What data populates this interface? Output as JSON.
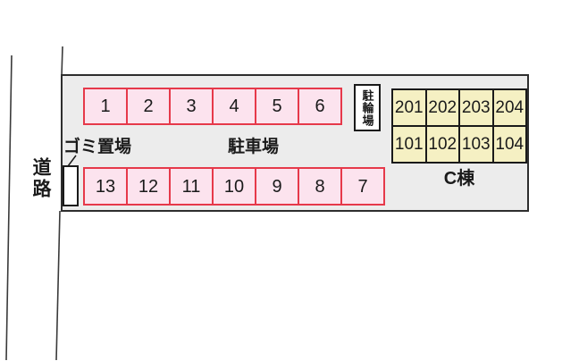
{
  "title": "site-layout-map",
  "road": {
    "label": "道路"
  },
  "parking": {
    "label": "駐車場",
    "top_row": [
      "1",
      "2",
      "3",
      "4",
      "5",
      "6"
    ],
    "bottom_row": [
      "13",
      "12",
      "11",
      "10",
      "9",
      "8",
      "7"
    ]
  },
  "bicycle": {
    "label": "駐輪場"
  },
  "garbage": {
    "label": "ゴミ置場"
  },
  "building": {
    "label": "C棟",
    "upper_units": [
      "201",
      "202",
      "203",
      "204"
    ],
    "lower_units": [
      "101",
      "102",
      "103",
      "104"
    ]
  },
  "colors": {
    "lot_background": "#ececec",
    "lot_border": "#2e2e2e",
    "stall_fill": "#fce3ee",
    "stall_border": "#e6394a",
    "unit_fill": "#f5f0c3",
    "unit_border": "#1a1a1a",
    "road_line": "#3a3a3a",
    "text": "#1a1a1a"
  }
}
